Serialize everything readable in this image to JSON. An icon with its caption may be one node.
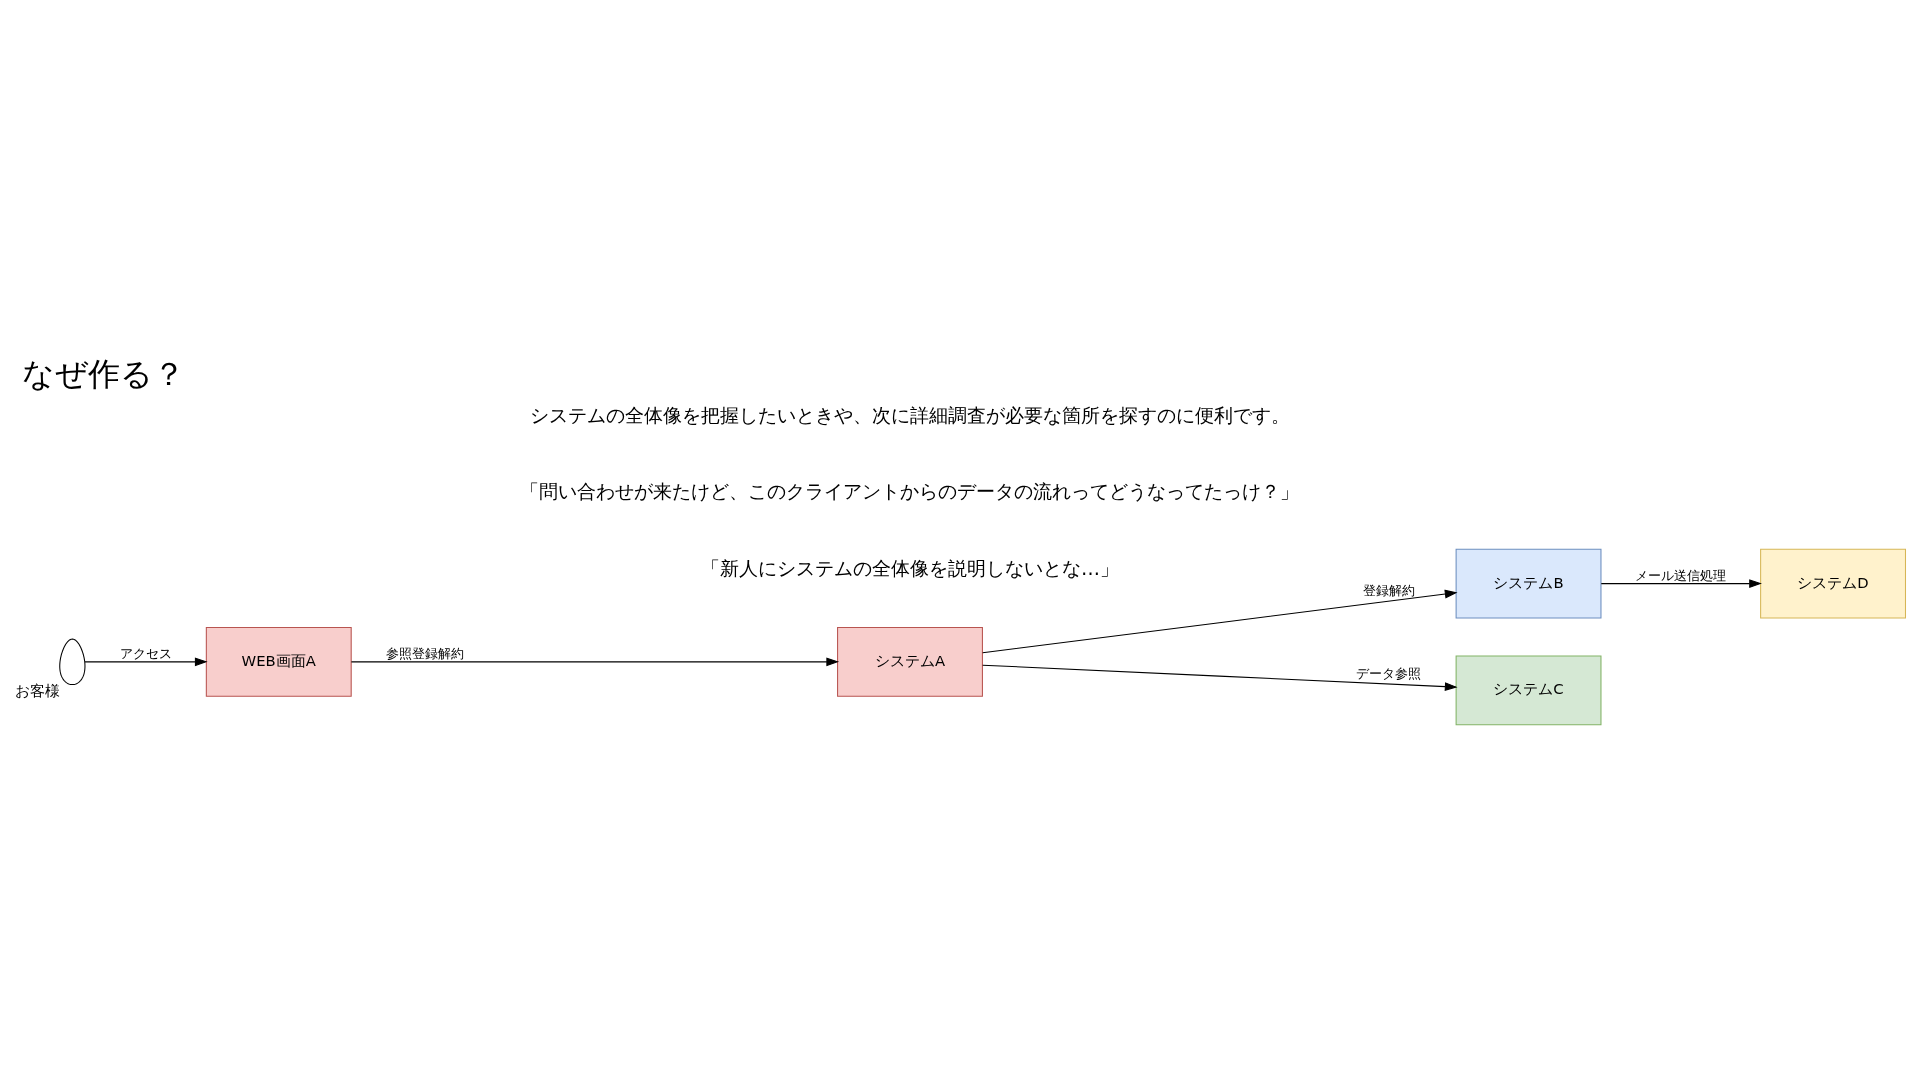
{
  "diagram": {
    "title": "なぜ作る？",
    "nodes": [
      {
        "text": [],
        "shape": "person",
        "beside": [
          "お客様"
        ]
      },
      {
        "text": [
          "WEB画面A"
        ]
      },
      {
        "text": [
          "システムA"
        ]
      },
      {
        "text": [
          "システムB"
        ]
      },
      {
        "text": [
          "システムC"
        ]
      },
      {
        "text": [
          "システムD"
        ]
      }
    ],
    "edges": [
      {
        "from": 0,
        "to": 1,
        "arrow": "to",
        "label": "アクセス"
      },
      {
        "from": 1,
        "to": 2,
        "arrow": "to",
        "label": "参照登録解約"
      },
      {
        "from": 2,
        "to": 3,
        "arrow": "to",
        "label": "登録解約"
      },
      {
        "from": 2,
        "to": 4,
        "arrow": "to",
        "label": "データ参照"
      },
      {
        "from": 3,
        "to": 5,
        "arrow": "to",
        "label": "メール送信処理"
      }
    ],
    "labels": [
      "「新人にシステムの全体像を説明しないとな…」",
      "「問い合わせが来たけど、このクライアントからのデータの流れってどうなってたっけ？」",
      "システムの全体像を把握したいときや、次に詳細調査が必要な箇所を探すのに便利です。"
    ]
  }
}
